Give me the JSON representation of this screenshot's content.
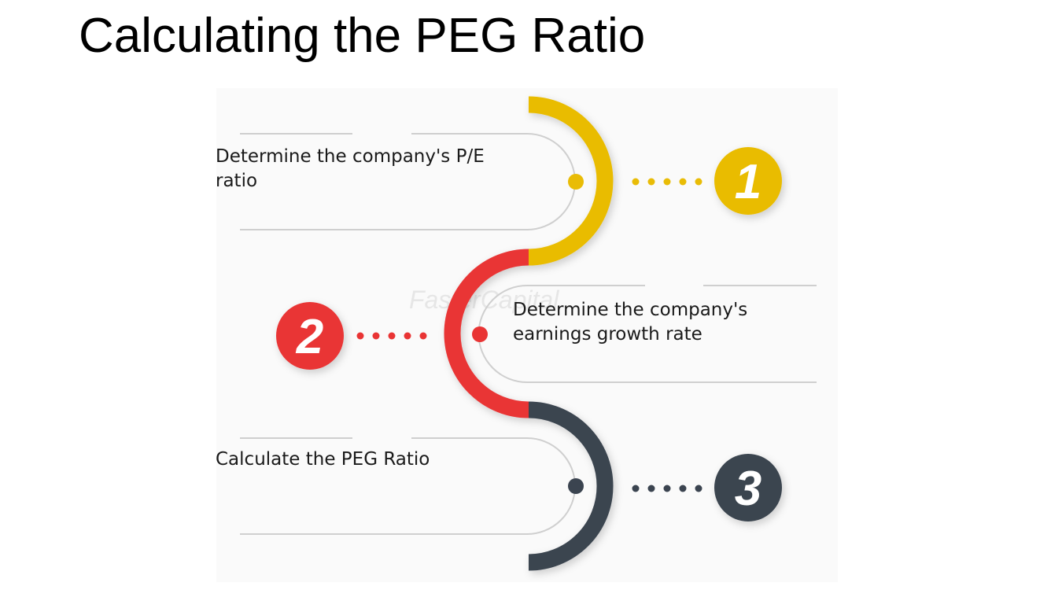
{
  "title": "Calculating the PEG Ratio",
  "watermark": "FasterCapital",
  "colors": {
    "step1": "#e9bc06",
    "step2": "#e93434",
    "step3": "#3b4450",
    "guide_line": "#cfcfcf",
    "panel_bg": "#fafafa"
  },
  "steps": [
    {
      "number": "1",
      "text": "Determine the company's P/E ratio"
    },
    {
      "number": "2",
      "text": "Determine the company's earnings growth rate"
    },
    {
      "number": "3",
      "text": "Calculate the PEG Ratio"
    }
  ]
}
